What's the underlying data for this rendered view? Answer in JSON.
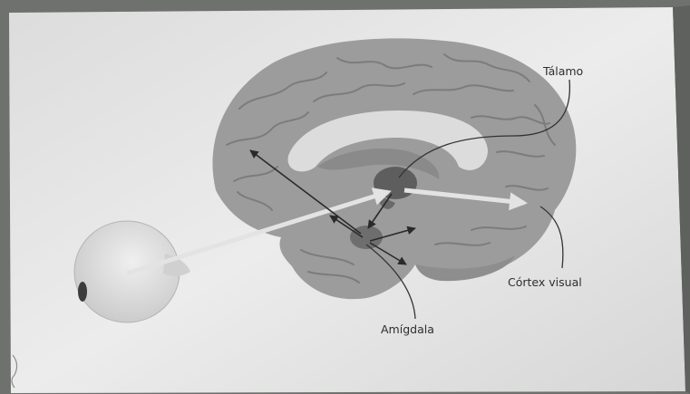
{
  "labels": {
    "thalamus": "Tálamo",
    "visual_cortex": "Córtex visual",
    "amygdala": "Amígdala"
  },
  "colors": {
    "background": "#6f716f",
    "paper": "#e9e9e9",
    "brain": "#9c9c9c",
    "gyri_lines": "#7c7c7c",
    "corpus_callosum": "#dcdcdc",
    "thalamus": "#5e5e5e",
    "amygdala": "#6e6e6e",
    "eye": "#e2e2e2",
    "pathway_arrow": "#e3e3e3",
    "dark_arrow": "#2a2a2a",
    "leader_line": "#333333"
  }
}
